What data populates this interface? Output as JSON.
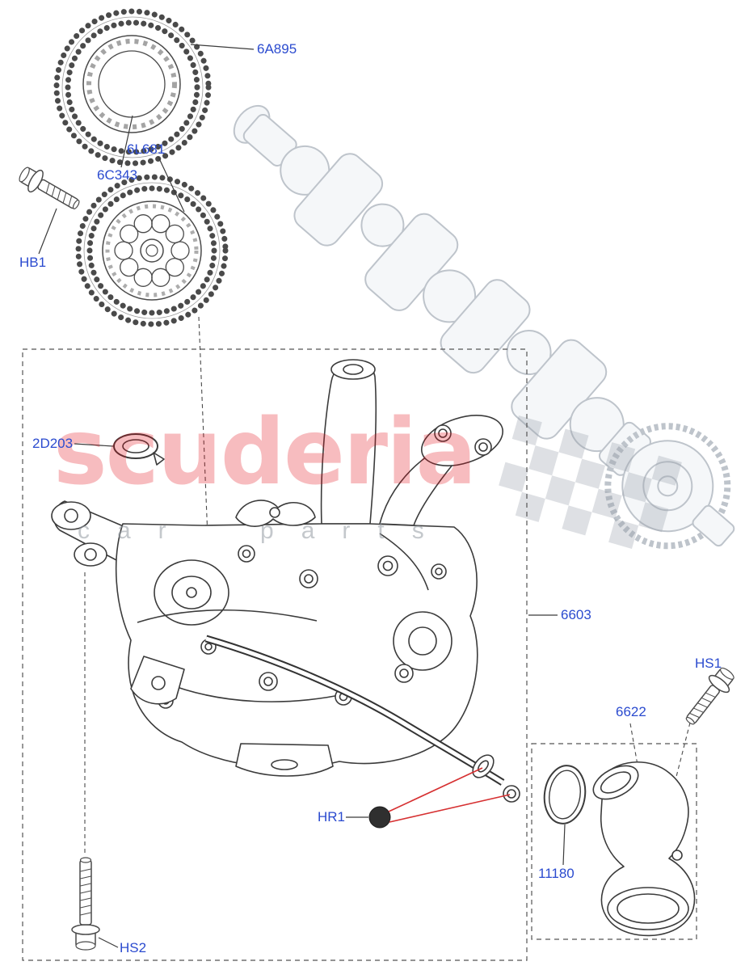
{
  "watermark": {
    "brand": "scuderia",
    "sub": "car parts"
  },
  "colors": {
    "label_blue": "#2b4bcf",
    "line_dark": "#4a4a4a",
    "red_callout": "#d63031",
    "watermark_red": "#e30613",
    "ghost_gray": "#b3bac3"
  },
  "labels": [
    {
      "id": "6A895",
      "text": "6A895"
    },
    {
      "id": "6L681",
      "text": "6L681"
    },
    {
      "id": "6C343",
      "text": "6C343"
    },
    {
      "id": "HB1",
      "text": "HB1"
    },
    {
      "id": "2D203",
      "text": "2D203"
    },
    {
      "id": "6603",
      "text": "6603"
    },
    {
      "id": "HS1",
      "text": "HS1"
    },
    {
      "id": "6622",
      "text": "6622"
    },
    {
      "id": "HR1",
      "text": "HR1"
    },
    {
      "id": "11180",
      "text": "11180"
    },
    {
      "id": "HS2",
      "text": "HS2"
    }
  ]
}
